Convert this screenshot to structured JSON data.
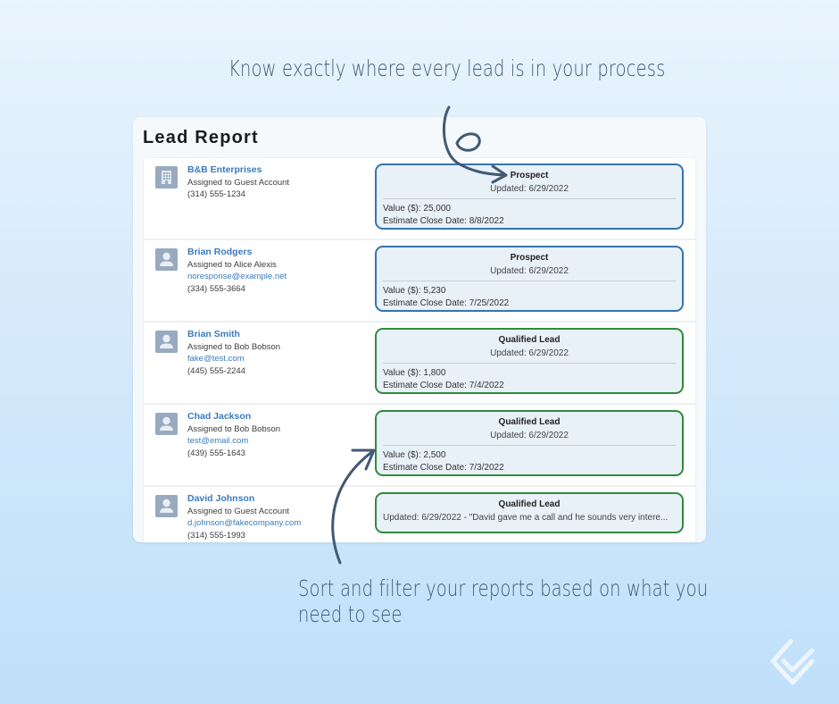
{
  "captions": {
    "top": "Know exactly where every lead is in your process",
    "bottom": "Sort and filter your reports based on what you need to see"
  },
  "report": {
    "title": "Lead Report",
    "leads": [
      {
        "name": "B&B Enterprises",
        "icon": "building-icon",
        "assigned": "Assigned to Guest Account",
        "email": "",
        "phone": "(314) 555-1234",
        "status": "Prospect",
        "status_color": "#3376ad",
        "updated": "Updated: 6/29/2022",
        "value": "Value ($): 25,000",
        "close_date": "Estimate Close Date: 8/8/2022"
      },
      {
        "name": "Brian Rodgers",
        "icon": "person-icon",
        "assigned": "Assigned to Alice Alexis",
        "email": "noresponse@example.net",
        "phone": "(334) 555-3664",
        "status": "Prospect",
        "status_color": "#3376ad",
        "updated": "Updated: 6/29/2022",
        "value": "Value ($): 5,230",
        "close_date": "Estimate Close Date: 7/25/2022"
      },
      {
        "name": "Brian Smith",
        "icon": "person-icon",
        "assigned": "Assigned to Bob Bobson",
        "email": "fake@test.com",
        "phone": "(445) 555-2244",
        "status": "Qualified Lead",
        "status_color": "#2e8b3e",
        "updated": "Updated: 6/29/2022",
        "value": "Value ($): 1,800",
        "close_date": "Estimate Close Date: 7/4/2022"
      },
      {
        "name": "Chad Jackson",
        "icon": "person-icon",
        "assigned": "Assigned to Bob Bobson",
        "email": "test@email.com",
        "phone": "(439) 555-1643",
        "status": "Qualified Lead",
        "status_color": "#2e8b3e",
        "updated": "Updated: 6/29/2022",
        "value": "Value ($): 2,500",
        "close_date": "Estimate Close Date: 7/3/2022"
      },
      {
        "name": "David Johnson",
        "icon": "person-icon",
        "assigned": "Assigned to Guest Account",
        "email": "d.johnson@fakecompany.com",
        "phone": "(314) 555-1993",
        "status": "Qualified Lead",
        "status_color": "#2e8b3e",
        "updated": "Updated: 6/29/2022 - \"David gave me a call and he sounds very intere..."
      }
    ]
  },
  "logo": {
    "icon": "checkmark-logo-icon"
  }
}
